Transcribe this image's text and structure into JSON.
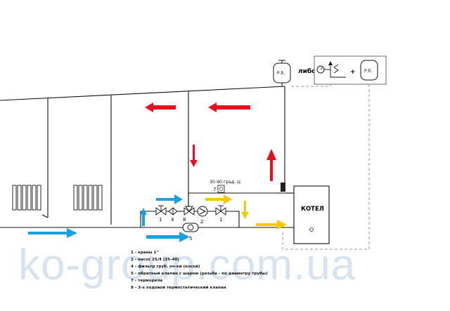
{
  "watermark": "ko-group.com.ua",
  "labels": {
    "expansion_tank": "Р.б.",
    "expansion_tank_alt": "Р.б.",
    "or_text": "либо",
    "plus": "+",
    "boiler": "КОТЕЛ",
    "temp_range": "30-90 град. Ц",
    "n1_left": "1",
    "n4": "4",
    "n8": "8",
    "n2": "2",
    "n1_right": "1",
    "n5": "5",
    "n7": "7"
  },
  "legend": [
    "1 - краны 1\"",
    "2 - насос 25/4 (25-40)",
    "4 - фильтр груб. оч-ки (косой)",
    "5 - обратный клапан с шаром (резьба - по диаметру трубы)",
    "7 - термореле",
    "8 - 3-х ходовой термостатический клапан"
  ],
  "colors": {
    "hot": "#e8101e",
    "cold": "#1a9fe0",
    "warm": "#f7c800",
    "pipe": "#111111",
    "dashed": "#9a9a9a",
    "watermark": "#d7e3ee"
  }
}
